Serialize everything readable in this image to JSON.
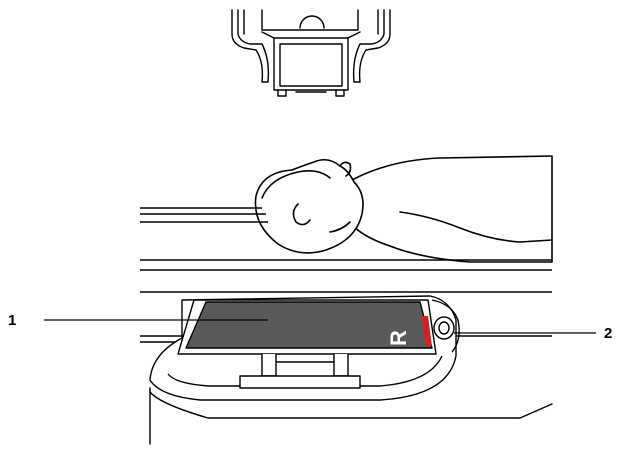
{
  "callouts": [
    {
      "label": "1"
    },
    {
      "label": "2"
    }
  ],
  "cassette": {
    "marker_letter": "R"
  },
  "colors": {
    "line": "#000000",
    "cassette_fill": "#595959",
    "marker": "#d62020",
    "background": "#ffffff"
  }
}
